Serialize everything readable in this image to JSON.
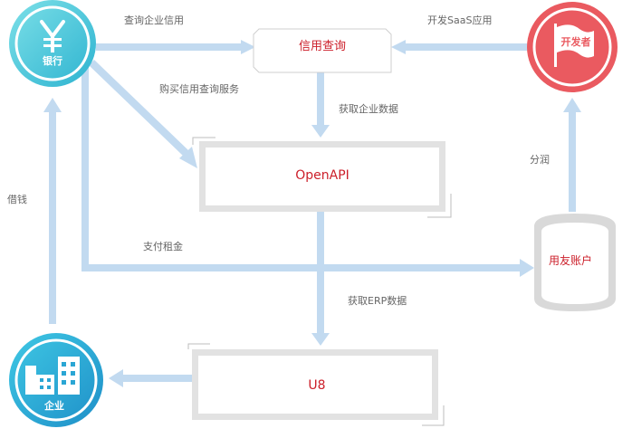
{
  "nodes": {
    "bank": {
      "label": "银行",
      "icon": "yen-icon"
    },
    "developer": {
      "label": "开发者",
      "icon": "flag-icon"
    },
    "enterprise": {
      "label": "企业",
      "icon": "buildings-icon"
    },
    "credit_query": {
      "label": "信用查询"
    },
    "openapi": {
      "label": "OpenAPI"
    },
    "u8": {
      "label": "U8"
    },
    "yonyou_account": {
      "label": "用友账户",
      "icon": "database-cylinder-icon"
    }
  },
  "edges": {
    "bank_to_credit": "查询企业信用",
    "dev_to_credit": "开发SaaS应用",
    "bank_to_openapi": "购买信用查询服务",
    "credit_to_openapi": "获取企业数据",
    "account_to_dev": "分润",
    "enterprise_to_bank": "借钱",
    "bank_to_account": "支付租金",
    "openapi_to_u8": "获取ERP数据"
  },
  "colors": {
    "arrow": "#c2daf0",
    "node_text_red": "#cc1f2a",
    "bank_teal": "#4cc4d8",
    "developer_red": "#ea5a60",
    "enterprise_blue": "#2cb0d8",
    "edge_text": "#666666"
  }
}
